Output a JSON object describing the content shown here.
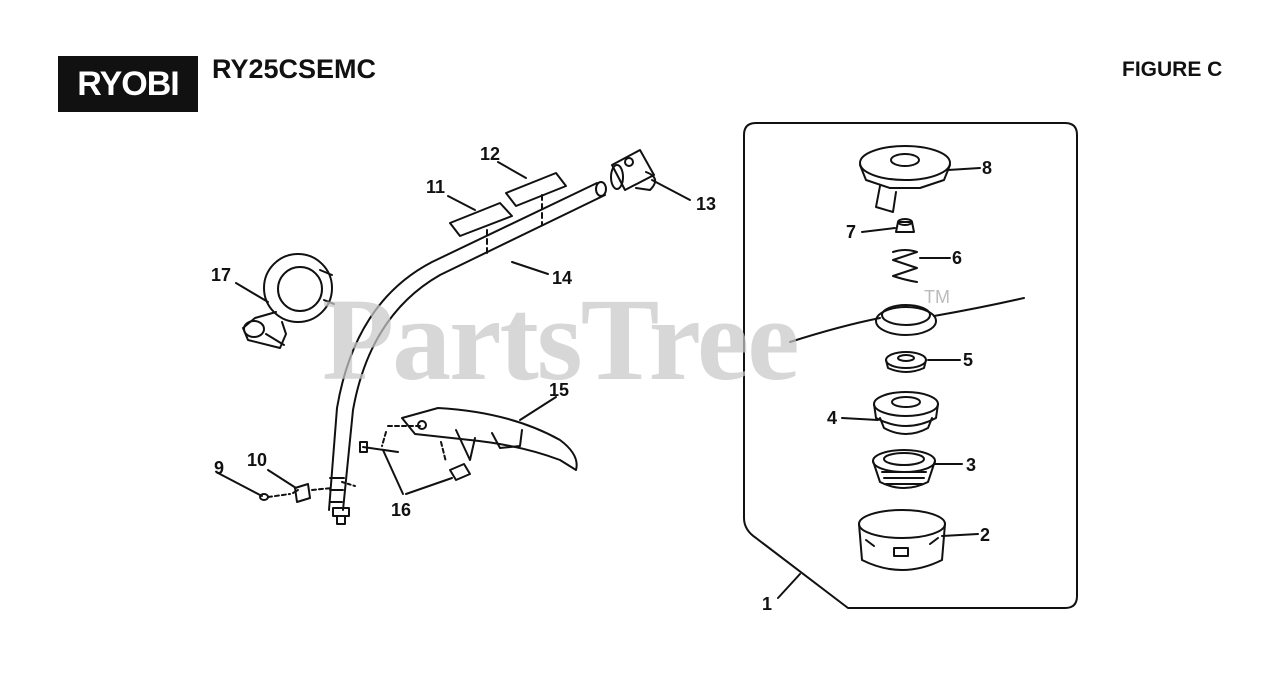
{
  "header": {
    "logo_text": "RYOBI",
    "model": "RY25CSEMC",
    "figure": "FIGURE C"
  },
  "watermark": {
    "text": "PartsTree",
    "tm": "TM"
  },
  "callouts": [
    "1",
    "2",
    "3",
    "4",
    "5",
    "6",
    "7",
    "8",
    "9",
    "10",
    "11",
    "12",
    "13",
    "14",
    "15",
    "16",
    "17"
  ],
  "colors": {
    "ink": "#111111",
    "watermark": "#c8c8c8",
    "background": "#ffffff"
  }
}
